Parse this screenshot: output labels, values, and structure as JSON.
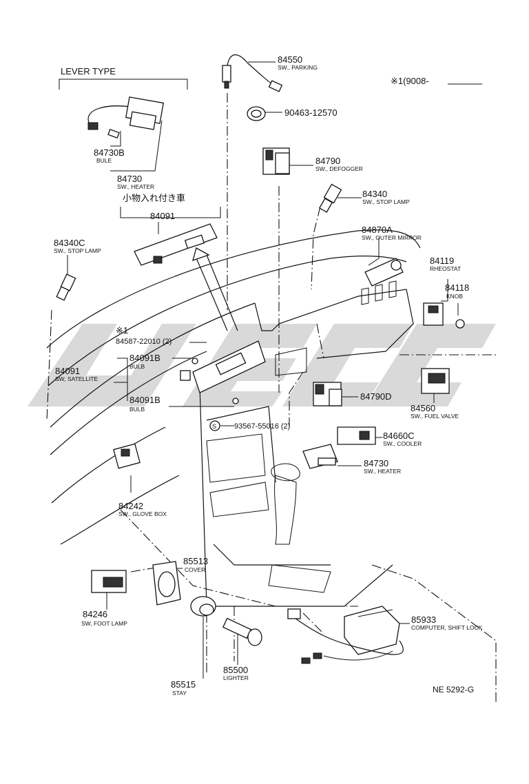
{
  "labels": {
    "lever_type": "LEVER TYPE",
    "note_period": "※1(9008-",
    "with_storage": "小物入れ付き車",
    "note_mark": "※1",
    "diagram_code": "NE 5292-G"
  },
  "parts": {
    "p84550": {
      "no": "84550",
      "desc": "SW., PARKING"
    },
    "p90463": {
      "no": "90463-12570",
      "desc": ""
    },
    "p84790": {
      "no": "84790",
      "desc": "SW., DEFOGGER"
    },
    "p84340": {
      "no": "84340",
      "desc": "SW., STOP LAMP"
    },
    "p84730B": {
      "no": "84730B",
      "desc": "BULE"
    },
    "p84730a": {
      "no": "84730",
      "desc": "SW., HEATER"
    },
    "p84091a": {
      "no": "84091",
      "desc": ""
    },
    "p84870A": {
      "no": "84870A",
      "desc": "SW., OUTER MIRROR"
    },
    "p84340C": {
      "no": "84340C",
      "desc": "SW., STOP LAMP"
    },
    "p84119": {
      "no": "84119",
      "desc": "RHEOSTAT"
    },
    "p84118": {
      "no": "84118",
      "desc": "KNOB"
    },
    "p84587": {
      "no": "84587-22010 (2)",
      "desc": ""
    },
    "p84091B1": {
      "no": "84091B",
      "desc": "BULB"
    },
    "p84091b": {
      "no": "84091",
      "desc": "SW, SATELLITE"
    },
    "p84091B2": {
      "no": "84091B",
      "desc": "BULB"
    },
    "p84790D": {
      "no": "84790D",
      "desc": ""
    },
    "p84560": {
      "no": "84560",
      "desc": "SW., FUEL VALVE"
    },
    "p93567": {
      "no": "93567-55016 (2)",
      "desc": ""
    },
    "p84660C": {
      "no": "84660C",
      "desc": "SW., COOLER"
    },
    "p84730b": {
      "no": "84730",
      "desc": "SW., HEATER"
    },
    "p84242": {
      "no": "84242",
      "desc": "SW., GLOVE BOX"
    },
    "p85513": {
      "no": "85513",
      "desc": "COVER"
    },
    "p84246": {
      "no": "84246",
      "desc": "SW, FOOT LAMP"
    },
    "p85933": {
      "no": "85933",
      "desc": "COMPUTER, SHIFT LOCK"
    },
    "p85500": {
      "no": "85500",
      "desc": "LIGHTER"
    },
    "p85515": {
      "no": "85515",
      "desc": "STAY"
    }
  }
}
